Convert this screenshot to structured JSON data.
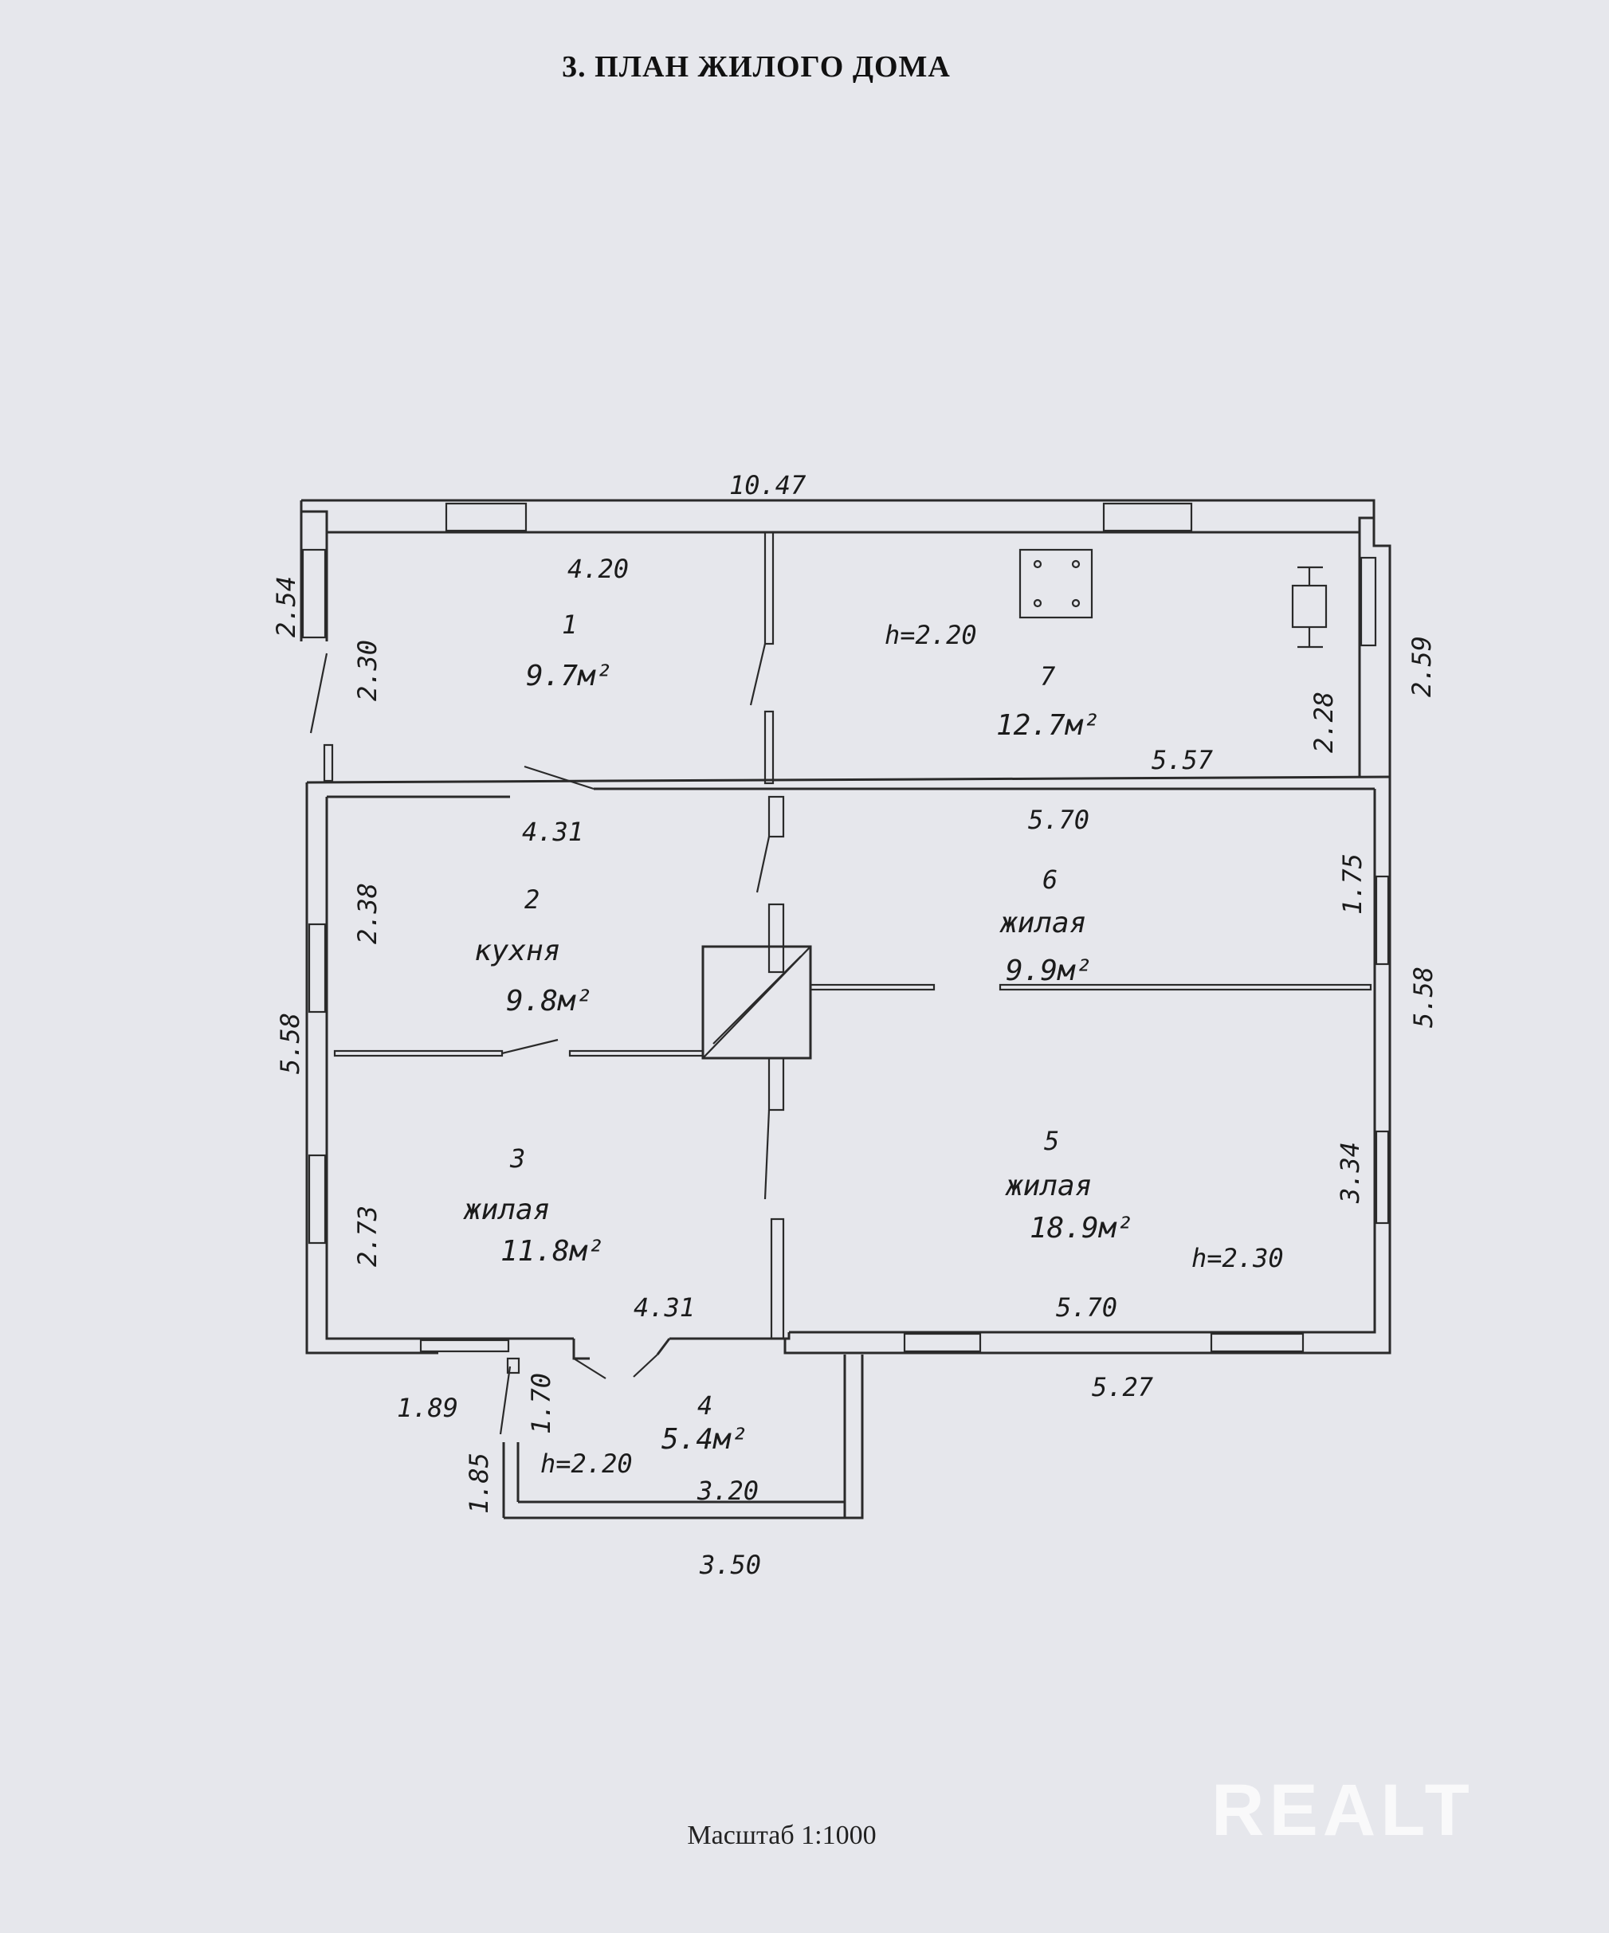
{
  "title": "3. ПЛАН ЖИЛОГО ДОМА",
  "scale": "Масштаб 1:1000",
  "watermark": "REALT",
  "rooms": [
    {
      "num": "1",
      "area": "9.7м²"
    },
    {
      "num": "2",
      "name": "кухня",
      "area": "9.8м²"
    },
    {
      "num": "3",
      "name": "жилая",
      "area": "11.8м²"
    },
    {
      "num": "4",
      "area": "5.4м²"
    },
    {
      "num": "5",
      "name": "жилая",
      "area": "18.9м²"
    },
    {
      "num": "6",
      "name": "жилая",
      "area": "9.9м²"
    },
    {
      "num": "7",
      "area": "12.7м²"
    }
  ],
  "heights": {
    "room7": "h=2.20",
    "room5": "h=2.30",
    "room4": "h=2.20"
  },
  "dimensions": {
    "overall_top": "10.47",
    "room1_top": "4.20",
    "left_upper_outer": "2.54",
    "left_upper_inner": "2.30",
    "right_upper_outer": "2.59",
    "right_upper_inner": "2.28",
    "room7_bottom": "5.57",
    "room2_top": "4.31",
    "room6_top": "5.70",
    "room6_right": "1.75",
    "right_lower_outer": "5.58",
    "left_lower_outer": "5.58",
    "room2_left": "2.38",
    "room3_left": "2.73",
    "room5_right": "3.34",
    "room3_bottom": "4.31",
    "room5_bottom": "5.70",
    "bottom_right_outer": "5.27",
    "porch_left_top": "1.89",
    "porch_left_inner": "1.70",
    "porch_left_outer": "1.85",
    "porch_inner_bottom": "3.20",
    "porch_outer_bottom": "3.50"
  }
}
